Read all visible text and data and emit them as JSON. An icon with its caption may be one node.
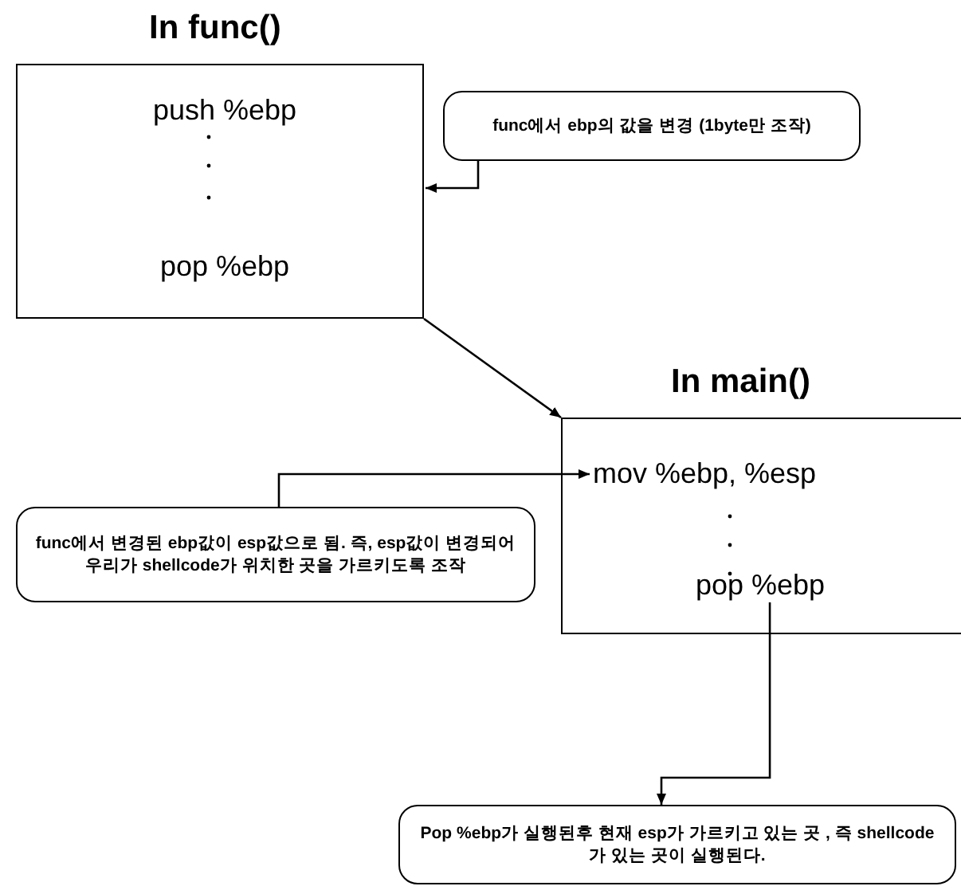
{
  "diagram": {
    "nodes": [
      {
        "text": [
          "In func()"
        ]
      },
      {
        "text": [
          "push %ebp"
        ],
        "in": 0
      },
      {
        "text": [
          "pop %ebp"
        ],
        "in": 0
      },
      {
        "text": [
          "func에서 ebp의 값을 변경 (1byte만 조작)"
        ]
      },
      {
        "text": [
          "In main()"
        ]
      },
      {
        "text": [
          "mov %ebp, %esp"
        ],
        "in": 4
      },
      {
        "text": [
          "pop %ebp"
        ],
        "in": 4
      },
      {
        "text": [
          "func에서 변경된 ebp값이 esp값으로 됨. 즉, esp값이 변경되어 우리가 shellcode가 위치한 곳을 가르키도록 조작"
        ]
      },
      {
        "text": [
          "Pop %ebp가 실행된후 현재 esp가 가르키고 있는 곳 , 즉 shellcode가 있는 곳이 실행된다."
        ]
      }
    ],
    "edges": [
      {
        "from": 3,
        "to": 0,
        "arrow": "to"
      },
      {
        "from": 0,
        "to": 4,
        "arrow": "to"
      },
      {
        "from": 7,
        "to": 5,
        "arrow": "to"
      },
      {
        "from": 6,
        "to": 8,
        "arrow": "to"
      }
    ]
  }
}
